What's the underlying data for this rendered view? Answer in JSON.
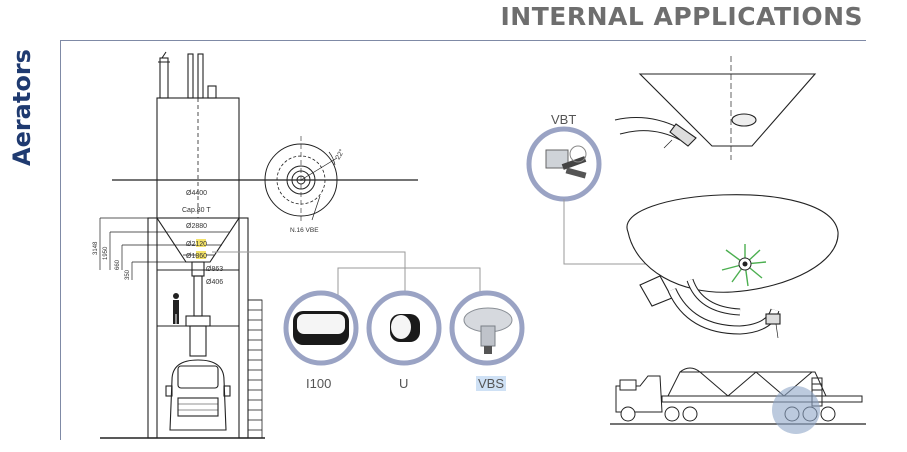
{
  "header": {
    "title": "INTERNAL APPLICATIONS"
  },
  "sidebar": {
    "section_title": "Aerators"
  },
  "drawing": {
    "diameter_top": "Ø4400",
    "capacity": "Cap.80 T",
    "diameter_mid": "Ø2880",
    "diameter_a": "Ø2120",
    "diameter_b": "Ø1860",
    "diameter_c": "Ø863",
    "diameter_d": "Ø406",
    "dim_1": "3148",
    "dim_2": "1950",
    "dim_3": "660",
    "dim_4": "350",
    "plan_note": "N.16 VBE",
    "plan_angle": "22°"
  },
  "products": [
    {
      "label": "I100"
    },
    {
      "label": "U"
    },
    {
      "label": "VBS"
    }
  ],
  "right_view": {
    "vbt_label": "VBT"
  },
  "colors": {
    "ring": "#9aa3c4",
    "ring_fill": "#ffffff",
    "title_blue": "#1f3a70",
    "highlight_circle": "#8fa6c8",
    "air_green": "#4caf50"
  }
}
